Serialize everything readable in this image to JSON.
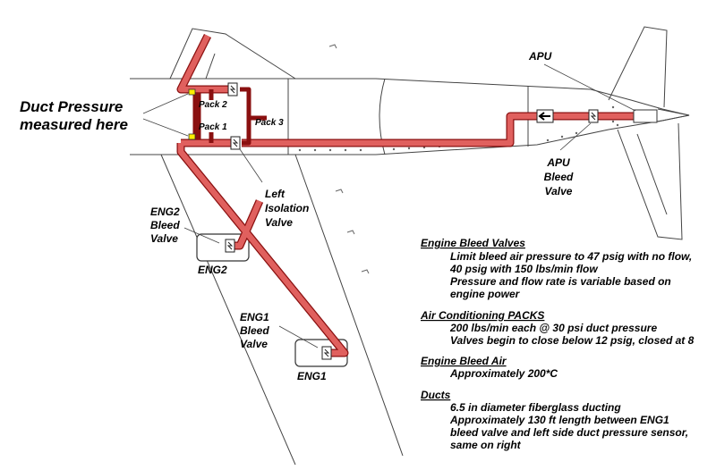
{
  "labels": {
    "duct_pressure": [
      "Duct Pressure",
      "measured here"
    ],
    "pack2": "Pack 2",
    "pack1": "Pack 1",
    "pack3": "Pack 3",
    "left_isolation": [
      "Left",
      "Isolation",
      "Valve"
    ],
    "apu": "APU",
    "apu_bleed": [
      "APU",
      "Bleed",
      "Valve"
    ],
    "eng2_bleed": [
      "ENG2",
      "Bleed",
      "Valve"
    ],
    "eng2": "ENG2",
    "eng1_bleed": [
      "ENG1",
      "Bleed",
      "Valve"
    ],
    "eng1": "ENG1"
  },
  "notes": [
    {
      "heading": "Engine Bleed Valves",
      "lines": [
        "Limit bleed air pressure to 47 psig with no flow,",
        "40 psig with 150 lbs/min flow",
        "Pressure and flow rate is variable based on",
        "engine power"
      ]
    },
    {
      "heading": "Air Conditioning PACKS",
      "lines": [
        "200 lbs/min each @ 30 psi duct pressure",
        "Valves begin to close below 12 psig, closed at 8"
      ]
    },
    {
      "heading": "Engine Bleed Air",
      "lines": [
        "Approximately 200*C"
      ]
    },
    {
      "heading": "Ducts",
      "lines": [
        "6.5 in diameter fiberglass ducting",
        "Approximately 130 ft length between ENG1",
        "bleed valve and left side duct pressure sensor,",
        "same on right"
      ]
    }
  ],
  "colors": {
    "duct_fill": "#e0605e",
    "duct_stroke": "#8a1010",
    "sensor": "#ffee00",
    "outline": "#333333"
  },
  "icons": [
    "valve-icon",
    "pressure-sensor-icon",
    "flow-arrow-icon"
  ]
}
